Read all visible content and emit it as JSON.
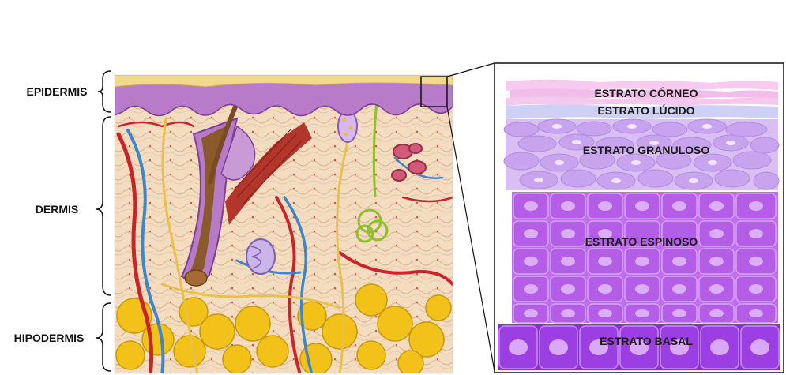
{
  "regions": {
    "epidermis": "EPIDERMIS",
    "dermis": "DERMIS",
    "hypodermis": "HIPODERMIS"
  },
  "strata": {
    "corneum": "ESTRATO CÓRNEO",
    "lucidum": "ESTRATO LÚCIDO",
    "granulosum": "ESTRATO GRANULOSO",
    "spinosum": "ESTRATO ESPINOSO",
    "basale": "ESTRATO BASAL"
  },
  "colors": {
    "epidermis_top": "#f0d98a",
    "epidermis_purple": "#b87bc9",
    "dermis_bg": "#f3dcc0",
    "fat": "#f2c21a",
    "artery": "#c8242a",
    "vein": "#3f86c9",
    "nerve": "#e8c04a",
    "corneum": "#f4c6ef",
    "lucidum": "#c9c9f5",
    "granulosum": "#c9a4ee",
    "spinosum": "#b45ee8",
    "basale": "#8a2fd6"
  }
}
